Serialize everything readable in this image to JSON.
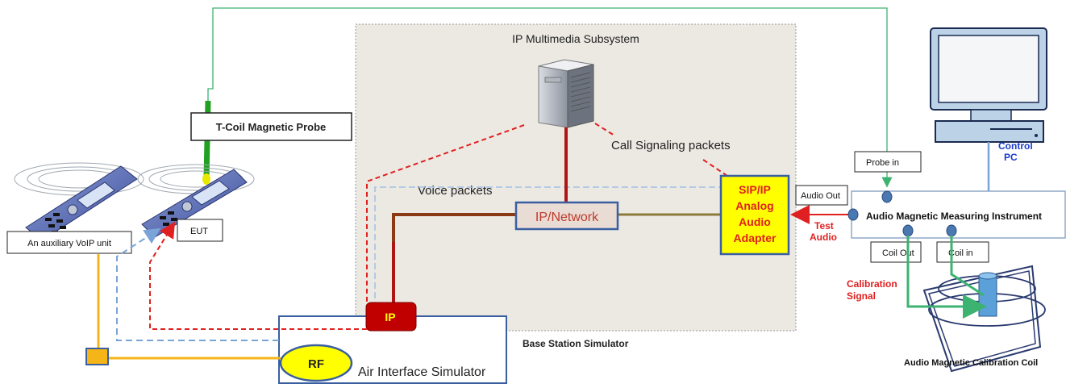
{
  "labels": {
    "ims": "IP Multimedia Subsystem",
    "call_signaling": "Call Signaling packets",
    "voice_packets": "Voice packets",
    "ip_network": "IP/Network",
    "adapter": [
      "SIP/IP",
      "Analog",
      "Audio",
      "Adapter"
    ],
    "tcoil_probe": "T-Coil Magnetic Probe",
    "aux_voip": "An auxiliary VoIP unit",
    "eut": "EUT",
    "ip": "IP",
    "rf": "RF",
    "air_interface": "Air Interface Simulator",
    "base_station": "Base Station Simulator",
    "probe_in": "Probe in",
    "audio_out": "Audio Out",
    "test_audio": [
      "Test",
      "Audio"
    ],
    "measuring_instrument": "Audio Magnetic Measuring Instrument",
    "coil_out": "Coil Out",
    "coil_in": "Coil in",
    "calibration_signal": [
      "Calibration",
      "Signal"
    ],
    "control_pc": [
      "Control",
      "PC"
    ],
    "calibration_coil": "Audio Magnetic Calibration Coil"
  },
  "colors": {
    "ims_bg": "#ece9e3",
    "ims_border": "#999999",
    "dark_red": "#b01515",
    "brown": "#8b3a14",
    "olive": "#8b7a3c",
    "adapter_fill": "#ffff00",
    "adapter_border": "#3a5fa0",
    "network_fill": "#e8dcd4",
    "network_border": "#3a5fa0",
    "network_text": "#c0392b",
    "red_dash": "#e02020",
    "blue_dash": "#7aa4d8",
    "orange": "#f5b418",
    "green": "#3cb371",
    "box_blue": "#3a5fa0",
    "label_red": "#e02020",
    "label_blue": "#1a3ccc",
    "port_blue": "#4a78b0"
  },
  "icons": [
    "server-icon",
    "computer-icon",
    "phone-icon",
    "coil-icon"
  ]
}
